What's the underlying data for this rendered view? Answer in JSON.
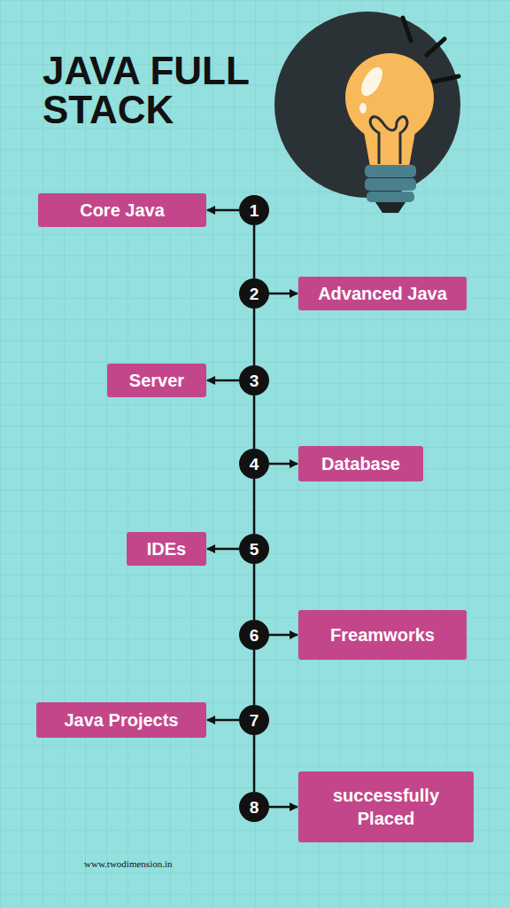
{
  "diagram": {
    "title": "JAVA FULL STACK",
    "nodes": [
      {
        "text": [
          "1"
        ]
      },
      {
        "text": [
          "Core Java"
        ]
      },
      {
        "text": [
          "2"
        ]
      },
      {
        "text": [
          "Advanced Java"
        ]
      },
      {
        "text": [
          "3"
        ]
      },
      {
        "text": [
          "Server"
        ]
      },
      {
        "text": [
          "4"
        ]
      },
      {
        "text": [
          "Database"
        ]
      },
      {
        "text": [
          "5"
        ]
      },
      {
        "text": [
          "IDEs"
        ]
      },
      {
        "text": [
          "6"
        ]
      },
      {
        "text": [
          "Freamworks"
        ]
      },
      {
        "text": [
          "7"
        ]
      },
      {
        "text": [
          "Java Projects"
        ]
      },
      {
        "text": [
          "8"
        ]
      },
      {
        "text": [
          "successfully Placed"
        ]
      }
    ],
    "edges": [
      {
        "from": 0,
        "to": 1,
        "arrow": "to"
      },
      {
        "from": 2,
        "to": 3,
        "arrow": "to"
      },
      {
        "from": 4,
        "to": 5,
        "arrow": "to"
      },
      {
        "from": 6,
        "to": 7,
        "arrow": "to"
      },
      {
        "from": 8,
        "to": 9,
        "arrow": "to"
      },
      {
        "from": 10,
        "to": 11,
        "arrow": "to"
      },
      {
        "from": 12,
        "to": 13,
        "arrow": "to"
      },
      {
        "from": 14,
        "to": 15,
        "arrow": "to"
      },
      {
        "from": 0,
        "to": 2,
        "arrow": "none"
      },
      {
        "from": 2,
        "to": 4,
        "arrow": "none"
      },
      {
        "from": 4,
        "to": 6,
        "arrow": "none"
      },
      {
        "from": 6,
        "to": 8,
        "arrow": "none"
      },
      {
        "from": 8,
        "to": 10,
        "arrow": "none"
      },
      {
        "from": 10,
        "to": 12,
        "arrow": "none"
      },
      {
        "from": 12,
        "to": 14,
        "arrow": "none"
      }
    ],
    "labels": [
      "www.twodimension.in"
    ]
  }
}
